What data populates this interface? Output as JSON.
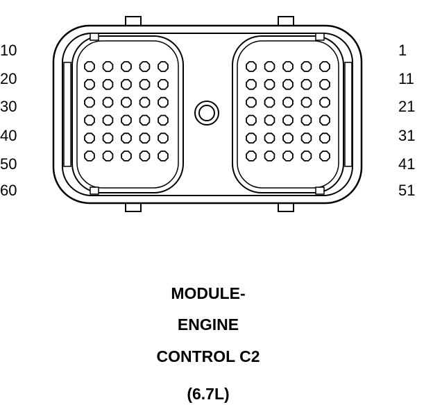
{
  "left_labels": [
    "10",
    "20",
    "30",
    "40",
    "50",
    "60"
  ],
  "right_labels": [
    "1",
    "11",
    "21",
    "31",
    "41",
    "51"
  ],
  "caption": {
    "line1": "MODULE-",
    "line2": "ENGINE",
    "line3": "CONTROL C2",
    "line4": "(6.7L)"
  },
  "connector": {
    "rows": 6,
    "columns_per_cavity": 5,
    "cavities": 2
  }
}
